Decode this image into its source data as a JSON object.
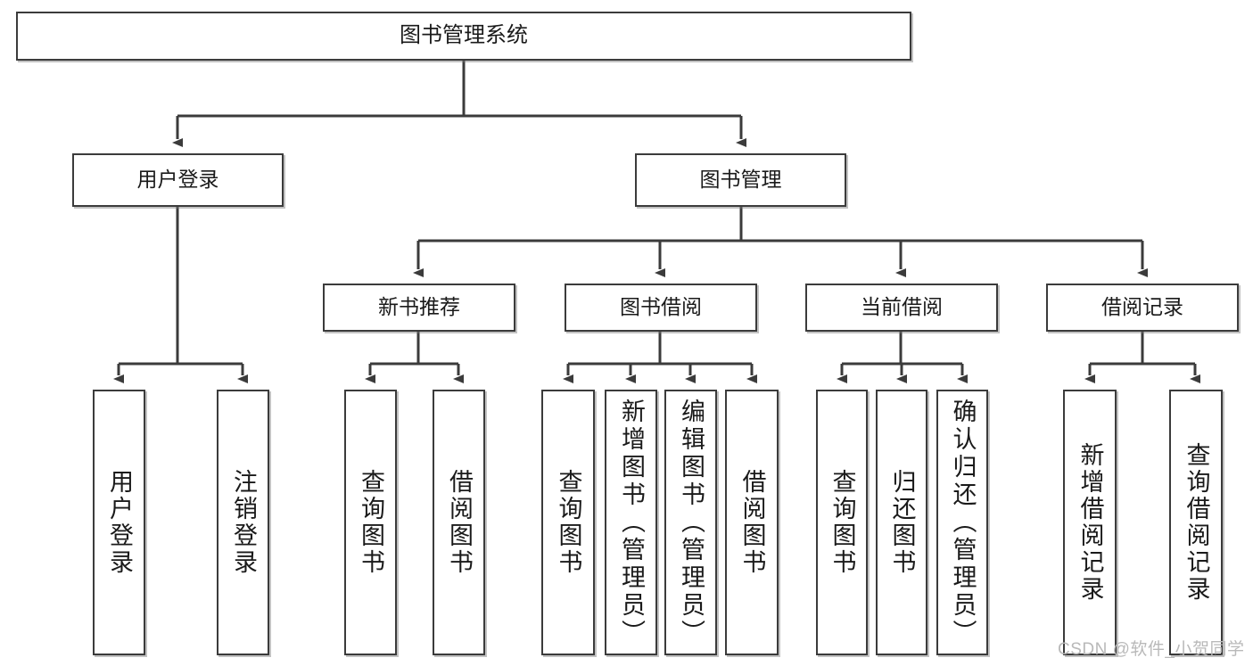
{
  "diagram": {
    "type": "hierarchy-tree",
    "title": "图书管理系统",
    "root": {
      "label": "图书管理系统"
    },
    "level2": [
      {
        "label": "用户登录"
      },
      {
        "label": "图书管理"
      }
    ],
    "level3": [
      {
        "label": "新书推荐"
      },
      {
        "label": "图书借阅"
      },
      {
        "label": "当前借阅"
      },
      {
        "label": "借阅记录"
      }
    ],
    "leaves": {
      "user_login": [
        {
          "label": "用户登录"
        },
        {
          "label": "注销登录"
        }
      ],
      "new_book_recommend": [
        {
          "label": "查询图书"
        },
        {
          "label": "借阅图书"
        }
      ],
      "book_borrow": [
        {
          "label": "查询图书"
        },
        {
          "label": "新增图书（管理员）"
        },
        {
          "label": "编辑图书（管理员）"
        },
        {
          "label": "借阅图书"
        }
      ],
      "current_borrow": [
        {
          "label": "查询图书"
        },
        {
          "label": "归还图书"
        },
        {
          "label": "确认归还（管理员）"
        }
      ],
      "borrow_record": [
        {
          "label": "新增借阅记录"
        },
        {
          "label": "查询借阅记录"
        }
      ]
    }
  },
  "watermark": {
    "text": "CSDN @软件_小贺同学"
  },
  "colors": {
    "box_border": "#3b3b3b",
    "line": "#3b3b3b",
    "background": "#ffffff",
    "text": "#1a1a1a",
    "watermark": "#b9b9b9"
  }
}
